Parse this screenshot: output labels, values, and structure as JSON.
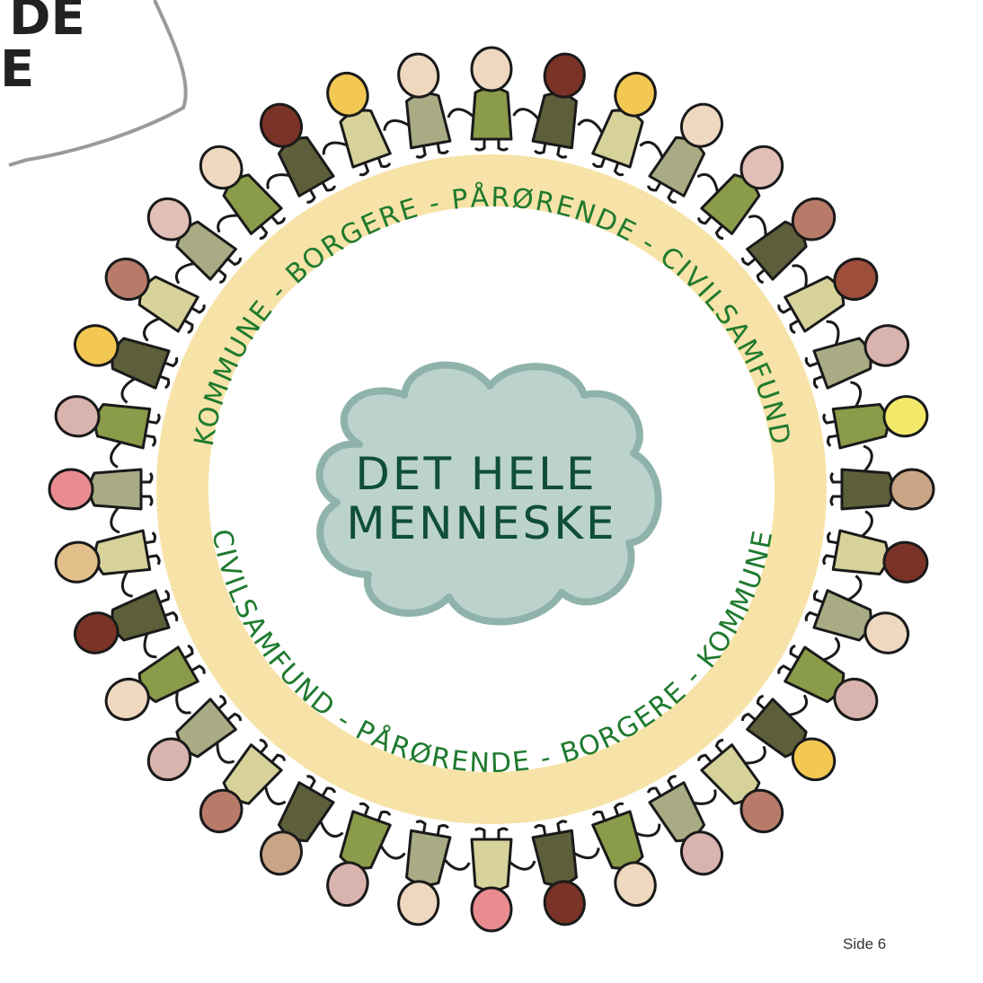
{
  "corner_fragment": {
    "line1": "DE",
    "line2": "E"
  },
  "ring": {
    "top_text": "KOMMUNE - BORGERE - PÅRØRENDE - CIVILSAMFUND",
    "bottom_text": "CIVILSAMFUND - PÅRØRENDE - BORGERE - KOMMUNE",
    "band_color": "#f7e3a8",
    "text_color": "#1f7a2e"
  },
  "center": {
    "line1": "DET HELE",
    "line2": "MENNESKE",
    "cloud_fill": "#bcd3cd",
    "cloud_stroke": "#8fb3ab"
  },
  "figures": {
    "count": 36,
    "head_colors": [
      "#eed8c0",
      "#7a3326",
      "#f2c853",
      "#eed8c0",
      "#e2bfb6",
      "#b87b6a",
      "#9e4f3b",
      "#d9b3ad",
      "#f2e96a",
      "#c9a585",
      "#7a3326",
      "#eed8c0",
      "#d9b3ad",
      "#f2c853",
      "#b87b6a",
      "#d9b3ad",
      "#eed8c0",
      "#7a3326",
      "#e98c92",
      "#eed8c0",
      "#d9b3ad",
      "#c9a585",
      "#b87b6a",
      "#d9b3ad",
      "#eed8c0",
      "#7a3326",
      "#e3c089",
      "#e98c92",
      "#d9b3ad",
      "#f2c853",
      "#b87b6a",
      "#e2bfb6"
    ],
    "body_colors": [
      "#8a9b49",
      "#5d5f3a",
      "#d6d29a",
      "#a9ab84"
    ]
  },
  "footer": {
    "page_label": "Side 6"
  }
}
